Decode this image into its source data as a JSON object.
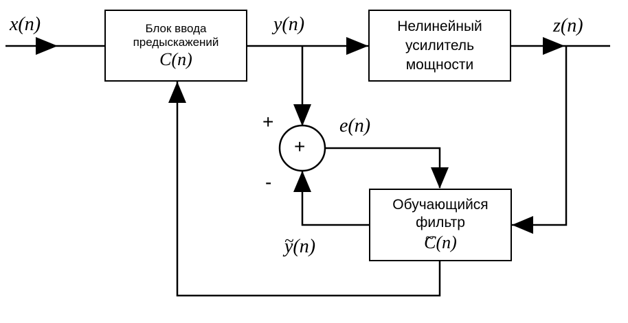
{
  "signals": {
    "input": "x(n)",
    "predistorted": "y(n)",
    "output": "z(n)",
    "error": "e(n)",
    "estimate_base": "y(n)",
    "estimate_tilde": "~"
  },
  "blocks": {
    "predistorter": {
      "line1": "Блок ввода",
      "line2": "предыскажений",
      "symbol": "C(n)"
    },
    "amplifier": {
      "line1": "Нелинейный",
      "line2": "усилитель",
      "line3": "мощности"
    },
    "filter": {
      "line1": "Обучающийся",
      "line2": "фильтр",
      "symbol": "C(n)",
      "symbol_tilde": "~"
    }
  },
  "summer": {
    "symbol": "+",
    "plus_sign": "+",
    "minus_sign": "-"
  }
}
